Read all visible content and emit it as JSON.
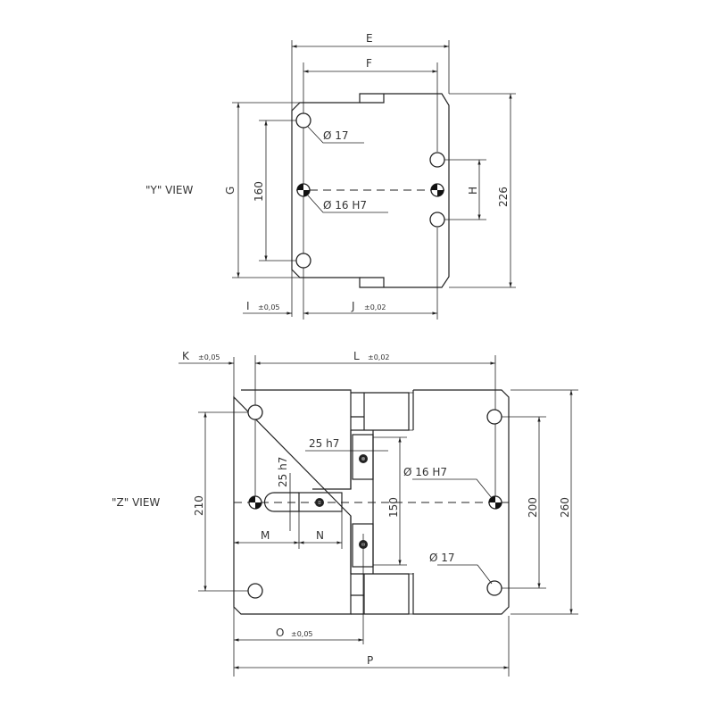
{
  "y_view": {
    "label": "\"Y\" VIEW",
    "dims": {
      "E": "E",
      "F": "F",
      "G": "G",
      "H": "H",
      "d160": "160",
      "d226": "226",
      "I": "I",
      "I_tol": "±0,05",
      "J": "J",
      "J_tol": "±0,02"
    },
    "callouts": {
      "hole": "Ø  17",
      "datum": "Ø  16  H7"
    }
  },
  "z_view": {
    "label": "\"Z\" VIEW",
    "dims": {
      "K": "K",
      "K_tol": "±0,05",
      "L": "L",
      "L_tol": "±0,02",
      "M": "M",
      "N": "N",
      "O": "O",
      "O_tol": "±0,05",
      "P": "P",
      "d210": "210",
      "d200": "200",
      "d260": "260",
      "d150": "150",
      "key_v": "25  h7",
      "key_h": "25  h7"
    },
    "callouts": {
      "datum": "Ø    16  H7",
      "hole": "Ø    17"
    }
  }
}
